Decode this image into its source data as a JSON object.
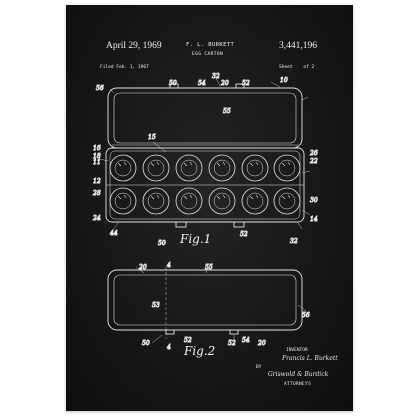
{
  "header": {
    "date": "April 29, 1969",
    "inventor": "F. L. BURKETT",
    "patent_number": "3,441,196",
    "subject": "EGG CARTON",
    "filed": "Filed Feb. 1, 1967",
    "sheet": "Sheet",
    "sheet_total": "of 2"
  },
  "figures": {
    "fig1_caption": "Fig.1",
    "fig2_caption": "Fig.2"
  },
  "signature": {
    "inventor_label": "INVENTOR",
    "inventor_signature": "Francis L. Burkett",
    "by_label": "BY",
    "attorney_signature": "Griswold & Burdick",
    "attorneys_label": "ATTORNEYS"
  },
  "reference_numerals": {
    "fig1": [
      {
        "id": "r32a",
        "text": "32"
      },
      {
        "id": "r50a",
        "text": "50"
      },
      {
        "id": "r54a",
        "text": "54"
      },
      {
        "id": "r20a",
        "text": "20"
      },
      {
        "id": "r52a",
        "text": "52"
      },
      {
        "id": "r10a",
        "text": "10"
      },
      {
        "id": "r56a",
        "text": "56"
      },
      {
        "id": "r55a",
        "text": "55"
      },
      {
        "id": "r15a",
        "text": "15"
      },
      {
        "id": "r16a",
        "text": "16"
      },
      {
        "id": "r18a",
        "text": "18"
      },
      {
        "id": "r11a",
        "text": "11"
      },
      {
        "id": "r12a",
        "text": "12"
      },
      {
        "id": "r28a",
        "text": "28"
      },
      {
        "id": "r24a",
        "text": "24"
      },
      {
        "id": "r26a",
        "text": "26"
      },
      {
        "id": "r22a",
        "text": "22"
      },
      {
        "id": "r30a",
        "text": "30"
      },
      {
        "id": "r14a",
        "text": "14"
      },
      {
        "id": "r44a",
        "text": "44"
      },
      {
        "id": "r50b",
        "text": "50"
      },
      {
        "id": "r52b",
        "text": "52"
      },
      {
        "id": "r32b",
        "text": "32"
      }
    ],
    "fig2": [
      {
        "id": "r20b",
        "text": "20"
      },
      {
        "id": "r4a",
        "text": "4"
      },
      {
        "id": "r55b",
        "text": "55"
      },
      {
        "id": "r53a",
        "text": "53"
      },
      {
        "id": "r56b",
        "text": "56"
      },
      {
        "id": "r50c",
        "text": "50"
      },
      {
        "id": "r52c",
        "text": "52"
      },
      {
        "id": "r4b",
        "text": "4"
      },
      {
        "id": "r52d",
        "text": "52"
      },
      {
        "id": "r20c",
        "text": "20"
      },
      {
        "id": "r54b",
        "text": "54"
      }
    ]
  },
  "colors": {
    "background": "#141414",
    "ink": "#eaeaea",
    "page": "#ffffff"
  }
}
